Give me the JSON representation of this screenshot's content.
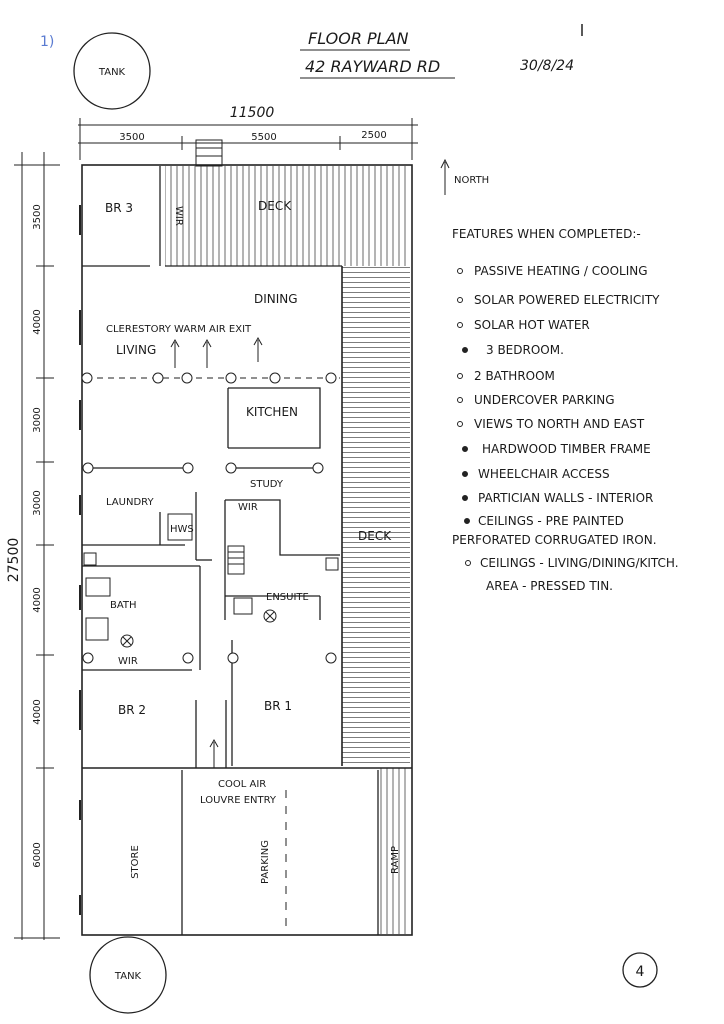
{
  "header": {
    "corner_mark": "1)",
    "title": "FLOOR PLAN",
    "address": "42 RAYWARD RD",
    "date": "30/8/24"
  },
  "tanks": {
    "top": "TANK",
    "bottom": "TANK"
  },
  "dimensions": {
    "total_width": "11500",
    "w1": "3500",
    "w2": "5500",
    "w3": "2500",
    "total_length": "27500",
    "h1": "3500",
    "h2": "4000",
    "h3": "3000",
    "h4": "3000",
    "h5": "4000",
    "h6": "4000",
    "h7": "6000"
  },
  "rooms": {
    "br3": "BR 3",
    "wir_top": "WIR",
    "deck_top": "DECK",
    "dining": "DINING",
    "clerestory": "CLERESTORY WARM AIR EXIT",
    "living": "LIVING",
    "kitchen": "KITCHEN",
    "study": "STUDY",
    "laundry": "LAUNDRY",
    "hws": "HWS",
    "wir_mid": "WIR",
    "deck_side": "DECK",
    "bath": "BATH",
    "ensuite": "ENSUITE",
    "wir_low": "WIR",
    "br2": "BR 2",
    "br1": "BR 1",
    "cool_air_1": "COOL AIR",
    "cool_air_2": "LOUVRE ENTRY",
    "store": "STORE",
    "parking": "PARKING",
    "ramp": "RAMP"
  },
  "north": "NORTH",
  "features": {
    "heading": "FEATURES WHEN COMPLETED:-",
    "items": [
      "PASSIVE HEATING / COOLING",
      "SOLAR POWERED ELECTRICITY",
      "SOLAR HOT WATER",
      "3 BEDROOM.",
      "2 BATHROOM",
      "UNDERCOVER PARKING",
      "VIEWS TO NORTH AND EAST",
      "HARDWOOD TIMBER FRAME",
      "WHEELCHAIR ACCESS",
      "PARTICIAN WALLS - INTERIOR",
      "CEILINGS - PRE PAINTED",
      "PERFORATED CORRUGATED IRON.",
      "CEILINGS - LIVING/DINING/KITCH.",
      "AREA - PRESSED TIN."
    ]
  },
  "page_mark": "4"
}
